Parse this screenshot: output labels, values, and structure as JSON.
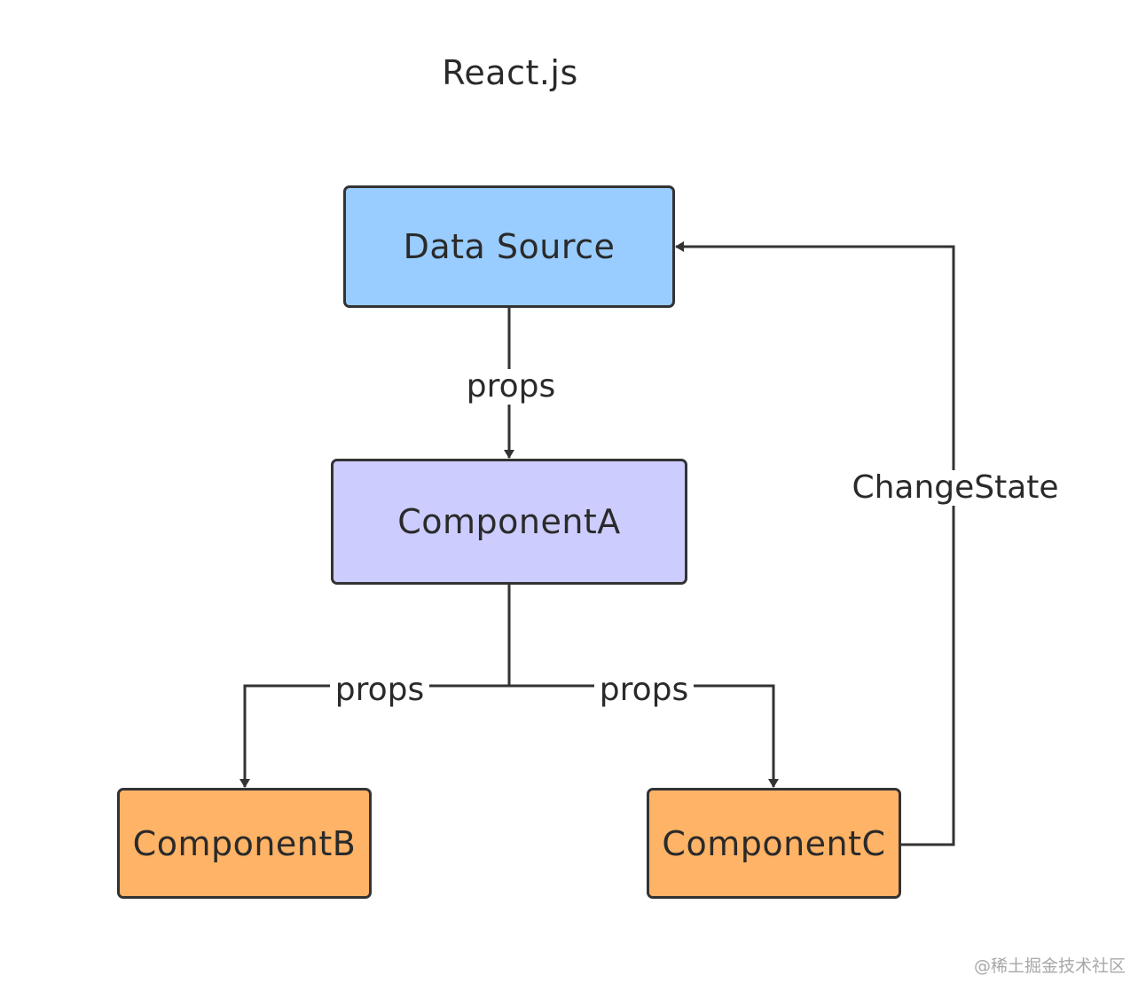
{
  "title": "React.js",
  "nodes": {
    "datasource": {
      "label": "Data Source",
      "fill": "#99ccff"
    },
    "componenta": {
      "label": "ComponentA",
      "fill": "#ccccff"
    },
    "componentb": {
      "label": "ComponentB",
      "fill": "#ffb366"
    },
    "componentc": {
      "label": "ComponentC",
      "fill": "#ffb366"
    }
  },
  "edges": {
    "datasource_to_a": {
      "label": "props"
    },
    "a_to_b": {
      "label": "props"
    },
    "a_to_c": {
      "label": "props"
    },
    "c_to_datasource": {
      "label": "ChangeState"
    }
  },
  "colors": {
    "stroke": "#333333",
    "text": "#2a2a2a"
  },
  "watermark": "@稀土掘金技术社区"
}
